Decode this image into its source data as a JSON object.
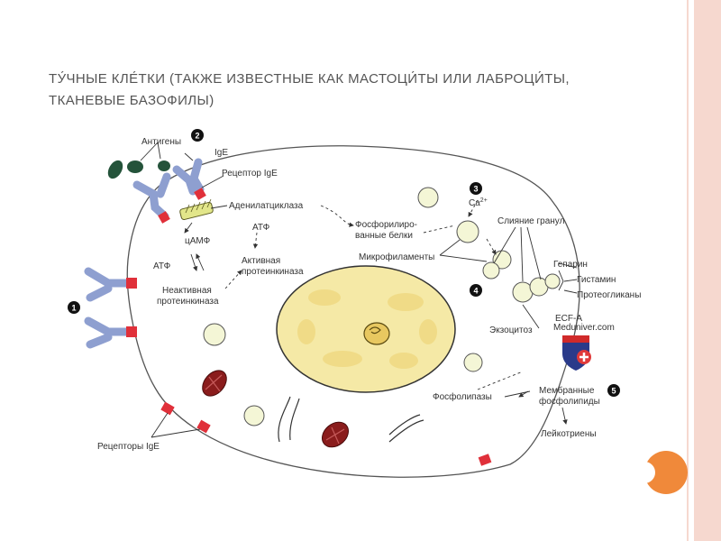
{
  "title": {
    "line1": "ТУ́ЧНЫЕ КЛЕ́ТКИ (ТАКЖЕ ИЗВЕСТНЫЕ КАК МАСТОЦИ́ТЫ ИЛИ ЛАБРОЦИ́ТЫ,",
    "line2": "ТКАНЕВЫЕ БАЗОФИЛЫ)"
  },
  "labels": {
    "antigens": "Антигены",
    "ige": "IgE",
    "ige_receptor": "Рецептор IgE",
    "adenylate_cyclase": "Аденилатциклаза",
    "camp": "цАМФ",
    "atp_left": "АТФ",
    "atp_right": "АТФ",
    "inactive_kinase_1": "Неактивная",
    "inactive_kinase_2": "протеинкиназа",
    "active_kinase_1": "Активная",
    "active_kinase_2": "протеинкиназа",
    "phospho_1": "Фосфорилиро-",
    "phospho_2": "ванные белки",
    "microfilaments": "Микрофиламенты",
    "calcium": "Ca",
    "calcium_sup": "2+",
    "granule_fusion": "Слияние гранул",
    "heparin": "Гепарин",
    "histamine": "Гистамин",
    "proteoglycans": "Протеогликаны",
    "exocytosis": "Экзоцитоз",
    "ecfa": "ECF-A",
    "watermark": "Meduniver.com",
    "phospholipases": "Фосфолипазы",
    "membrane_1": "Мембранные",
    "membrane_2": "фосфолипиды",
    "leukotrienes": "Лейкотриены",
    "ige_receptors": "Рецепторы IgE"
  },
  "step_numbers": [
    "1",
    "2",
    "3",
    "4",
    "5"
  ],
  "colors": {
    "receptor_blue": "#8e9fd0",
    "receptor_red": "#e0303a",
    "antigen_green": "#24533a",
    "nucleus_yellow": "#f5e9a6",
    "granule_fill": "#f4f6d6",
    "mitochondria_red": "#8a1c1c",
    "accent_orange": "#f0893a"
  }
}
